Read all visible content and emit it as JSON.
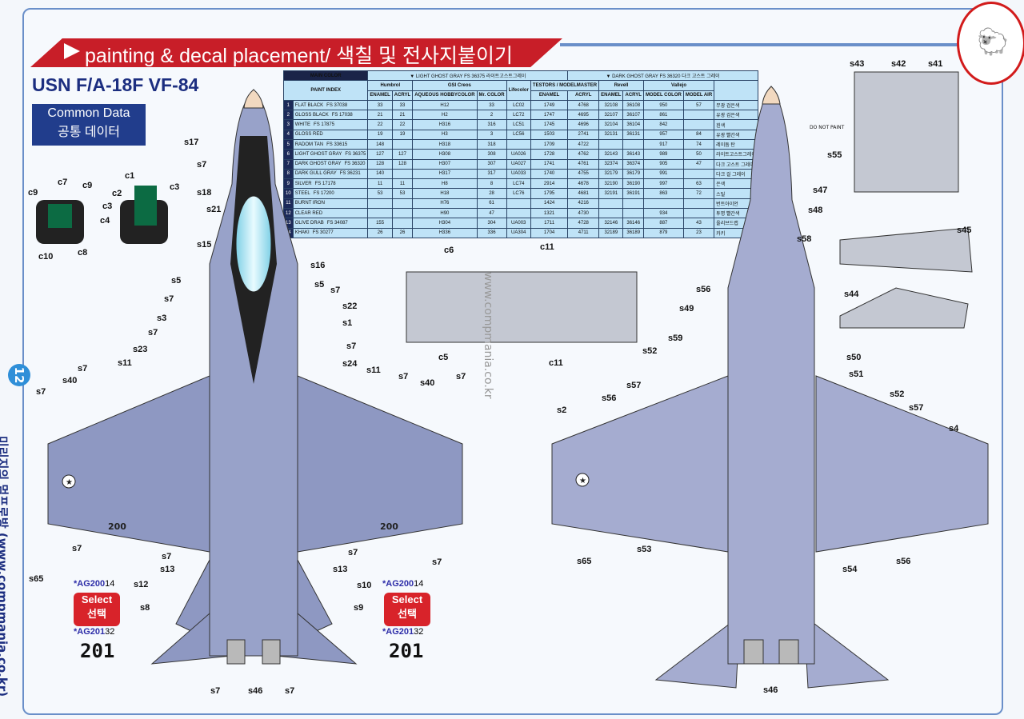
{
  "header": {
    "banner": "painting & decal placement/ 색칠 및 전사지붙이기",
    "model": "USN F/A-18F VF-84",
    "common_data_en": "Common Data",
    "common_data_ko": "공통 데이터",
    "page_number": "12",
    "side_text": "미리지의 멈프로방 (www.compmania.co.kr)",
    "watermark": "www.compmania.co.kr"
  },
  "main_color": {
    "label": "MAIN COLOR",
    "light": {
      "name": "LIGHT GHOST GRAY",
      "fs": "FS 36375",
      "ko": "라이트고스트그레이"
    },
    "dark": {
      "name": "DARK GHOST GRAY",
      "fs": "FS 36320",
      "ko": "다크 고스트 그레이"
    }
  },
  "paint_table": {
    "group_headers": [
      "Humbrol",
      "GSI Creos",
      "Lifecolor",
      "TESTORS / MODELMASTER",
      "Revell",
      "Vallejo"
    ],
    "sub_headers": [
      "ENAMEL",
      "ACRYL",
      "AQUEOUS HOBBYCOLOR",
      "Mr. COLOR",
      "",
      "ENAMEL",
      "ACRYL",
      "ENAMEL",
      "ACRYL",
      "MODEL COLOR",
      "MODEL AIR"
    ],
    "index_label": "PAINT INDEX",
    "rows": [
      {
        "n": "1",
        "name": "FLAT BLACK",
        "fs": "FS 37038",
        "v": [
          "33",
          "33",
          "H12",
          "33",
          "LC02",
          "1749",
          "4768",
          "32108",
          "36108",
          "950",
          "57"
        ],
        "ko": "무광 검은색"
      },
      {
        "n": "2",
        "name": "GLOSS BLACK",
        "fs": "FS 17038",
        "v": [
          "21",
          "21",
          "H2",
          "2",
          "LC72",
          "1747",
          "4695",
          "32107",
          "36107",
          "861",
          ""
        ],
        "ko": "유광 검은색"
      },
      {
        "n": "3",
        "name": "WHITE",
        "fs": "FS 17875",
        "v": [
          "22",
          "22",
          "H316",
          "316",
          "LC51",
          "1745",
          "4696",
          "32104",
          "36104",
          "842",
          ""
        ],
        "ko": "흰색"
      },
      {
        "n": "4",
        "name": "GLOSS RED",
        "fs": "",
        "v": [
          "19",
          "19",
          "H3",
          "3",
          "LC56",
          "1503",
          "2741",
          "32131",
          "36131",
          "957",
          "84"
        ],
        "ko": "유광 빨간색"
      },
      {
        "n": "5",
        "name": "RADOM TAN",
        "fs": "FS 33615",
        "v": [
          "148",
          "",
          "H318",
          "318",
          "",
          "1709",
          "4722",
          "",
          "",
          "917",
          "74"
        ],
        "ko": "레이돔 탄"
      },
      {
        "n": "6",
        "name": "LIGHT GHOST GRAY",
        "fs": "FS 36375",
        "v": [
          "127",
          "127",
          "H308",
          "308",
          "UA026",
          "1728",
          "4762",
          "32143",
          "36143",
          "989",
          "50"
        ],
        "ko": "라이트고스트그레이"
      },
      {
        "n": "7",
        "name": "DARK GHOST GRAY",
        "fs": "FS 36320",
        "v": [
          "128",
          "128",
          "H307",
          "307",
          "UA027",
          "1741",
          "4761",
          "32374",
          "36374",
          "905",
          "47"
        ],
        "ko": "다크 고스트 그레이"
      },
      {
        "n": "8",
        "name": "DARK GULL GRAY",
        "fs": "FS 36231",
        "v": [
          "140",
          "",
          "H317",
          "317",
          "UA033",
          "1740",
          "4755",
          "32179",
          "36179",
          "991",
          ""
        ],
        "ko": "다크 걸 그레이"
      },
      {
        "n": "9",
        "name": "SILVER",
        "fs": "FS 17178",
        "v": [
          "11",
          "11",
          "H8",
          "8",
          "LC74",
          "2914",
          "4678",
          "32190",
          "36190",
          "997",
          "63"
        ],
        "ko": "은색"
      },
      {
        "n": "10",
        "name": "STEEL",
        "fs": "FS 17200",
        "v": [
          "53",
          "53",
          "H18",
          "28",
          "LC76",
          "1795",
          "4681",
          "32191",
          "36191",
          "863",
          "72"
        ],
        "ko": "스틸"
      },
      {
        "n": "11",
        "name": "BURNT IRON",
        "fs": "",
        "v": [
          "",
          "",
          "H76",
          "61",
          "",
          "1424",
          "4216",
          "",
          "",
          "",
          ""
        ],
        "ko": "번트아이언"
      },
      {
        "n": "12",
        "name": "CLEAR RED",
        "fs": "",
        "v": [
          "",
          "",
          "H90",
          "47",
          "",
          "1321",
          "4730",
          "",
          "",
          "934",
          ""
        ],
        "ko": "투명 빨간색"
      },
      {
        "n": "13",
        "name": "OLIVE DRAB",
        "fs": "FS 34087",
        "v": [
          "155",
          "",
          "H304",
          "304",
          "UA003",
          "1711",
          "4728",
          "32146",
          "36146",
          "887",
          "43"
        ],
        "ko": "올리브드랩"
      },
      {
        "n": "14",
        "name": "KHAKI",
        "fs": "FS 30277",
        "v": [
          "26",
          "26",
          "H336",
          "336",
          "UA304",
          "1704",
          "4711",
          "32189",
          "36189",
          "879",
          "23"
        ],
        "ko": "카키"
      }
    ]
  },
  "decal_codes": {
    "left": {
      "top_code": "*AG200",
      "top_num": "14",
      "select_en": "Select",
      "select_ko": "선택",
      "bottom_code": "*AG201",
      "bottom_num": "32",
      "big": "201"
    },
    "right": {
      "top_code": "*AG200",
      "top_num": "14",
      "select_en": "Select",
      "select_ko": "선택",
      "bottom_code": "*AG201",
      "bottom_num": "32",
      "big": "201"
    }
  },
  "modex": "200",
  "do_not_paint": "DO NOT PAINT",
  "icons": [
    "logo-emblem-icon",
    "roundel-star-icon",
    "paint-triangle-icon"
  ]
}
